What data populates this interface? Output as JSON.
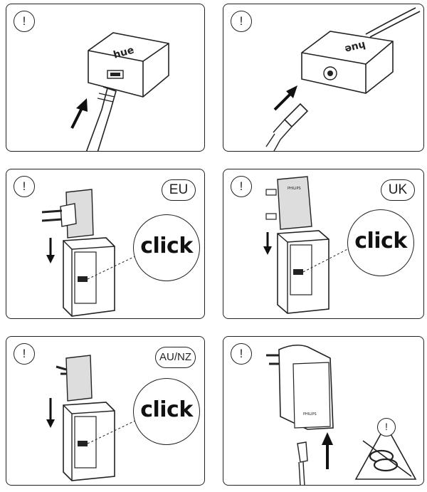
{
  "steps": [
    {
      "id": "connect-flat-plug",
      "info_icon": "!",
      "region": ""
    },
    {
      "id": "connect-round-plug",
      "info_icon": "!",
      "region": ""
    },
    {
      "id": "eu-adapter",
      "info_icon": "!",
      "region": "EU",
      "click_label": "click"
    },
    {
      "id": "uk-adapter",
      "info_icon": "!",
      "region": "UK",
      "click_label": "click"
    },
    {
      "id": "au-nz-adapter",
      "info_icon": "!",
      "region": "AU/NZ",
      "click_label": "click"
    },
    {
      "id": "power-supply-warning",
      "info_icon": "!",
      "warning_icon": "!"
    }
  ],
  "branding": {
    "product": "hue",
    "maker": "PHILIPS"
  },
  "colors": {
    "line": "#222222",
    "fill": "#ffffff",
    "shade": "#dddddd"
  }
}
